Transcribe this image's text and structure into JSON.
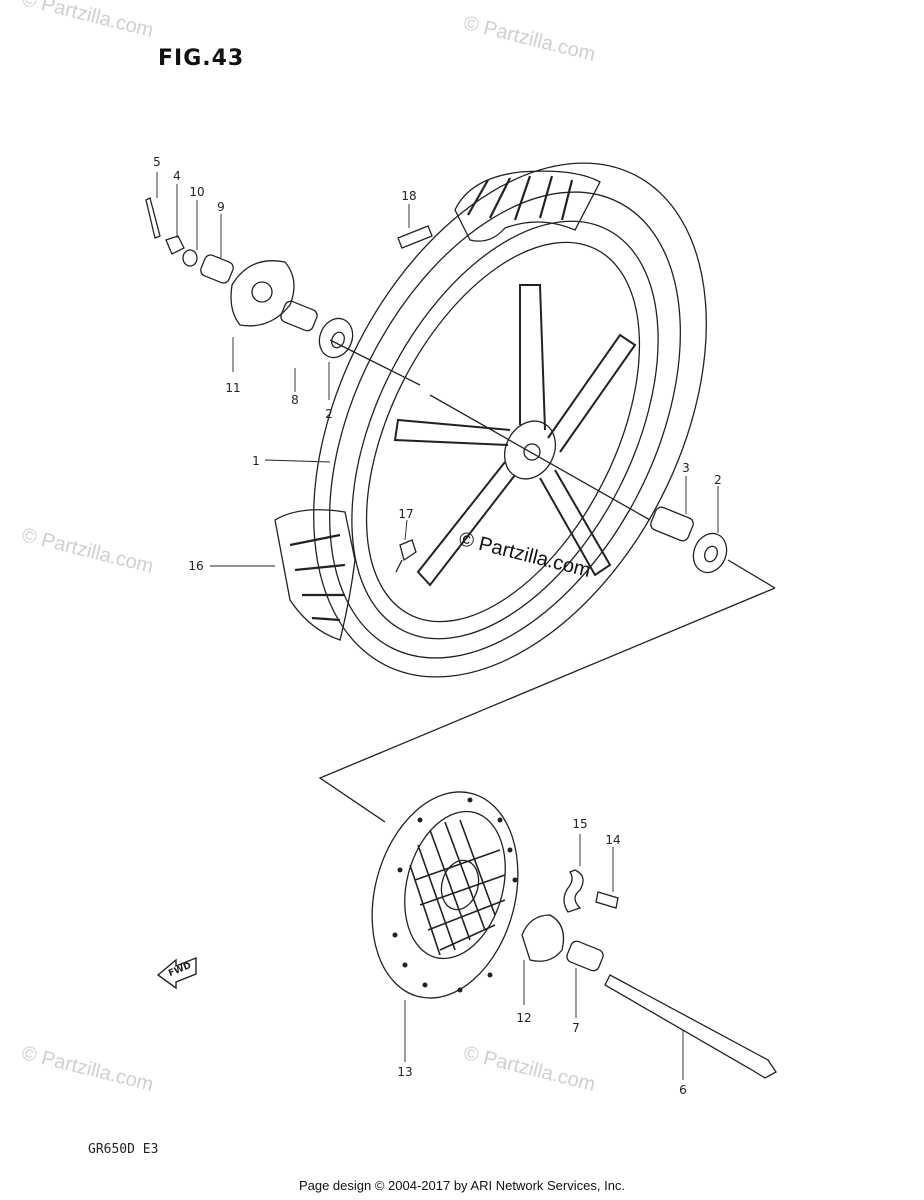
{
  "figure_title": "FIG.43",
  "model_code": "GR650D E3",
  "footer": "Page design © 2004-2017 by ARI Network Services, Inc.",
  "watermark": "© Partzilla.com",
  "watermark_center": "© Partzilla.com",
  "direction_label": "FWD",
  "callouts": [
    {
      "id": "callout-1",
      "label": "1"
    },
    {
      "id": "callout-2a",
      "label": "2"
    },
    {
      "id": "callout-2b",
      "label": "2"
    },
    {
      "id": "callout-3",
      "label": "3"
    },
    {
      "id": "callout-4",
      "label": "4"
    },
    {
      "id": "callout-5",
      "label": "5"
    },
    {
      "id": "callout-6",
      "label": "6"
    },
    {
      "id": "callout-7",
      "label": "7"
    },
    {
      "id": "callout-8",
      "label": "8"
    },
    {
      "id": "callout-9",
      "label": "9"
    },
    {
      "id": "callout-10",
      "label": "10"
    },
    {
      "id": "callout-11",
      "label": "11"
    },
    {
      "id": "callout-12",
      "label": "12"
    },
    {
      "id": "callout-13",
      "label": "13"
    },
    {
      "id": "callout-14",
      "label": "14"
    },
    {
      "id": "callout-15",
      "label": "15"
    },
    {
      "id": "callout-16",
      "label": "16"
    },
    {
      "id": "callout-17",
      "label": "17"
    },
    {
      "id": "callout-18",
      "label": "18"
    }
  ]
}
